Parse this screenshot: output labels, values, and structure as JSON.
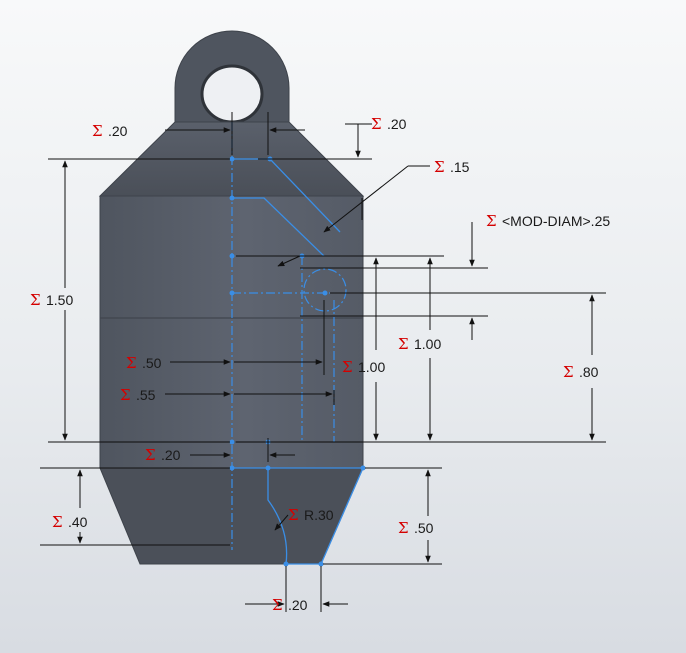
{
  "dimension_symbol": "Σ",
  "colors": {
    "body": "#585e69",
    "body_dark": "#40454e",
    "sketch": "#3a8ee6",
    "dimension": "#111111",
    "driven_symbol": "#d40000"
  },
  "dimensions": {
    "eye_width": ".20",
    "top_offset": ".20",
    "chamfer_angle": ".15",
    "mod_diam": "<MOD-DIAM>.25",
    "body_height": "1.50",
    "hole_depth": ".50",
    "hole_depth_2": ".55",
    "height_100_a": "1.00",
    "height_100_b": "1.00",
    "height_080": ".80",
    "bottom_offset": ".20",
    "bottom_height": ".40",
    "radius": "R.30",
    "bottom_cone": ".50",
    "tip_width": ".20"
  }
}
